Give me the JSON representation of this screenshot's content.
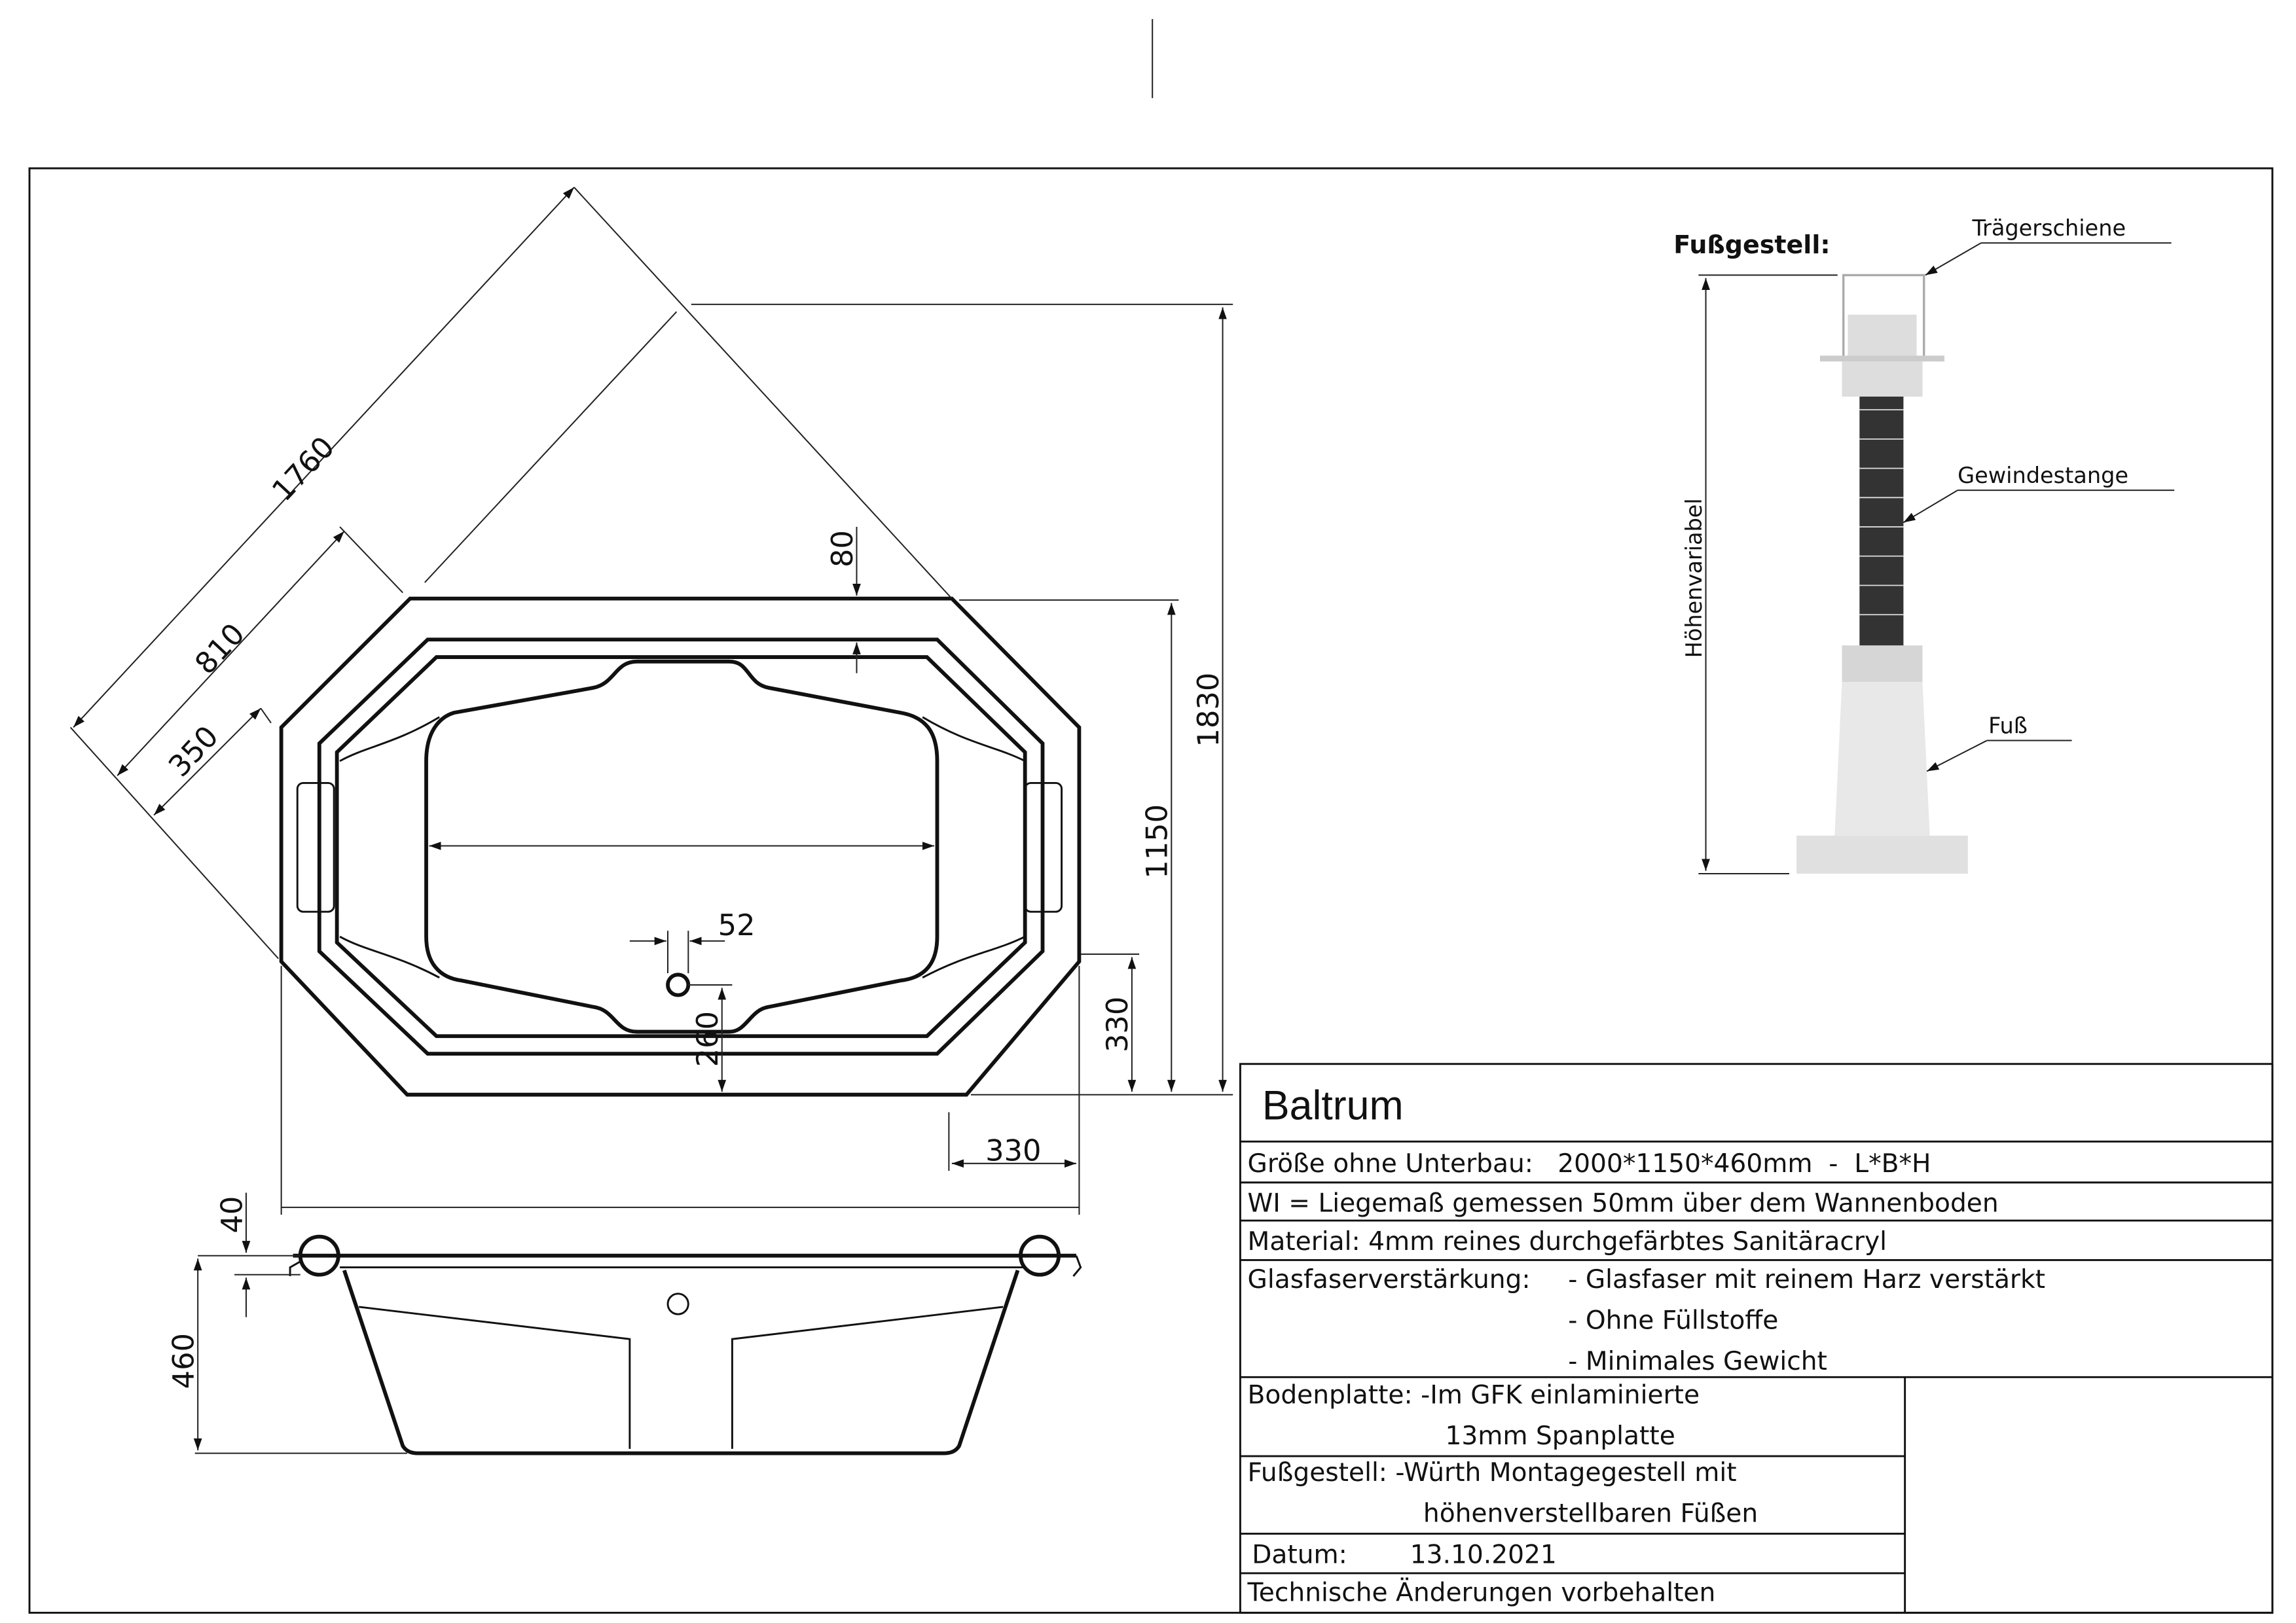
{
  "drawing": {
    "dimensions": {
      "diag_total": "1760",
      "diag_mid": "810",
      "diag_small": "350",
      "rim_top": "80",
      "total_depth": "1830",
      "width": "1150",
      "corner_v": "330",
      "corner_h": "330",
      "drain_offset": "52",
      "drain_from_edge": "260",
      "rim_height": "40",
      "height": "460"
    },
    "foot": {
      "title": "Fußgestell:",
      "label_rail": "Trägerschiene",
      "label_rod": "Gewindestange",
      "label_foot": "Fuß",
      "label_height": "Höhenvariabel"
    }
  },
  "spec_table": {
    "model": "Baltrum",
    "size": "Größe ohne Unterbau:   2000*1150*460mm  -  L*B*H",
    "wi": "WI = Liegemaß gemessen 50mm über dem Wannenboden",
    "material": "Material: 4mm reines durchgefärbtes Sanitäracryl",
    "fiber_label": "Glasfaserverstärkung:",
    "fiber_1": "- Glasfaser mit reinem Harz verstärkt",
    "fiber_2": "- Ohne Füllstoffe",
    "fiber_3": "- Minimales Gewicht",
    "base_1": "Bodenplatte: -Im GFK einlaminierte",
    "base_2": "13mm Spanplatte",
    "frame_1": "Fußgestell: -Würth Montagegestell mit",
    "frame_2": "höhenverstellbaren Füßen",
    "date_label": "Datum:",
    "date": "13.10.2021",
    "note": "Technische Änderungen vorbehalten"
  }
}
